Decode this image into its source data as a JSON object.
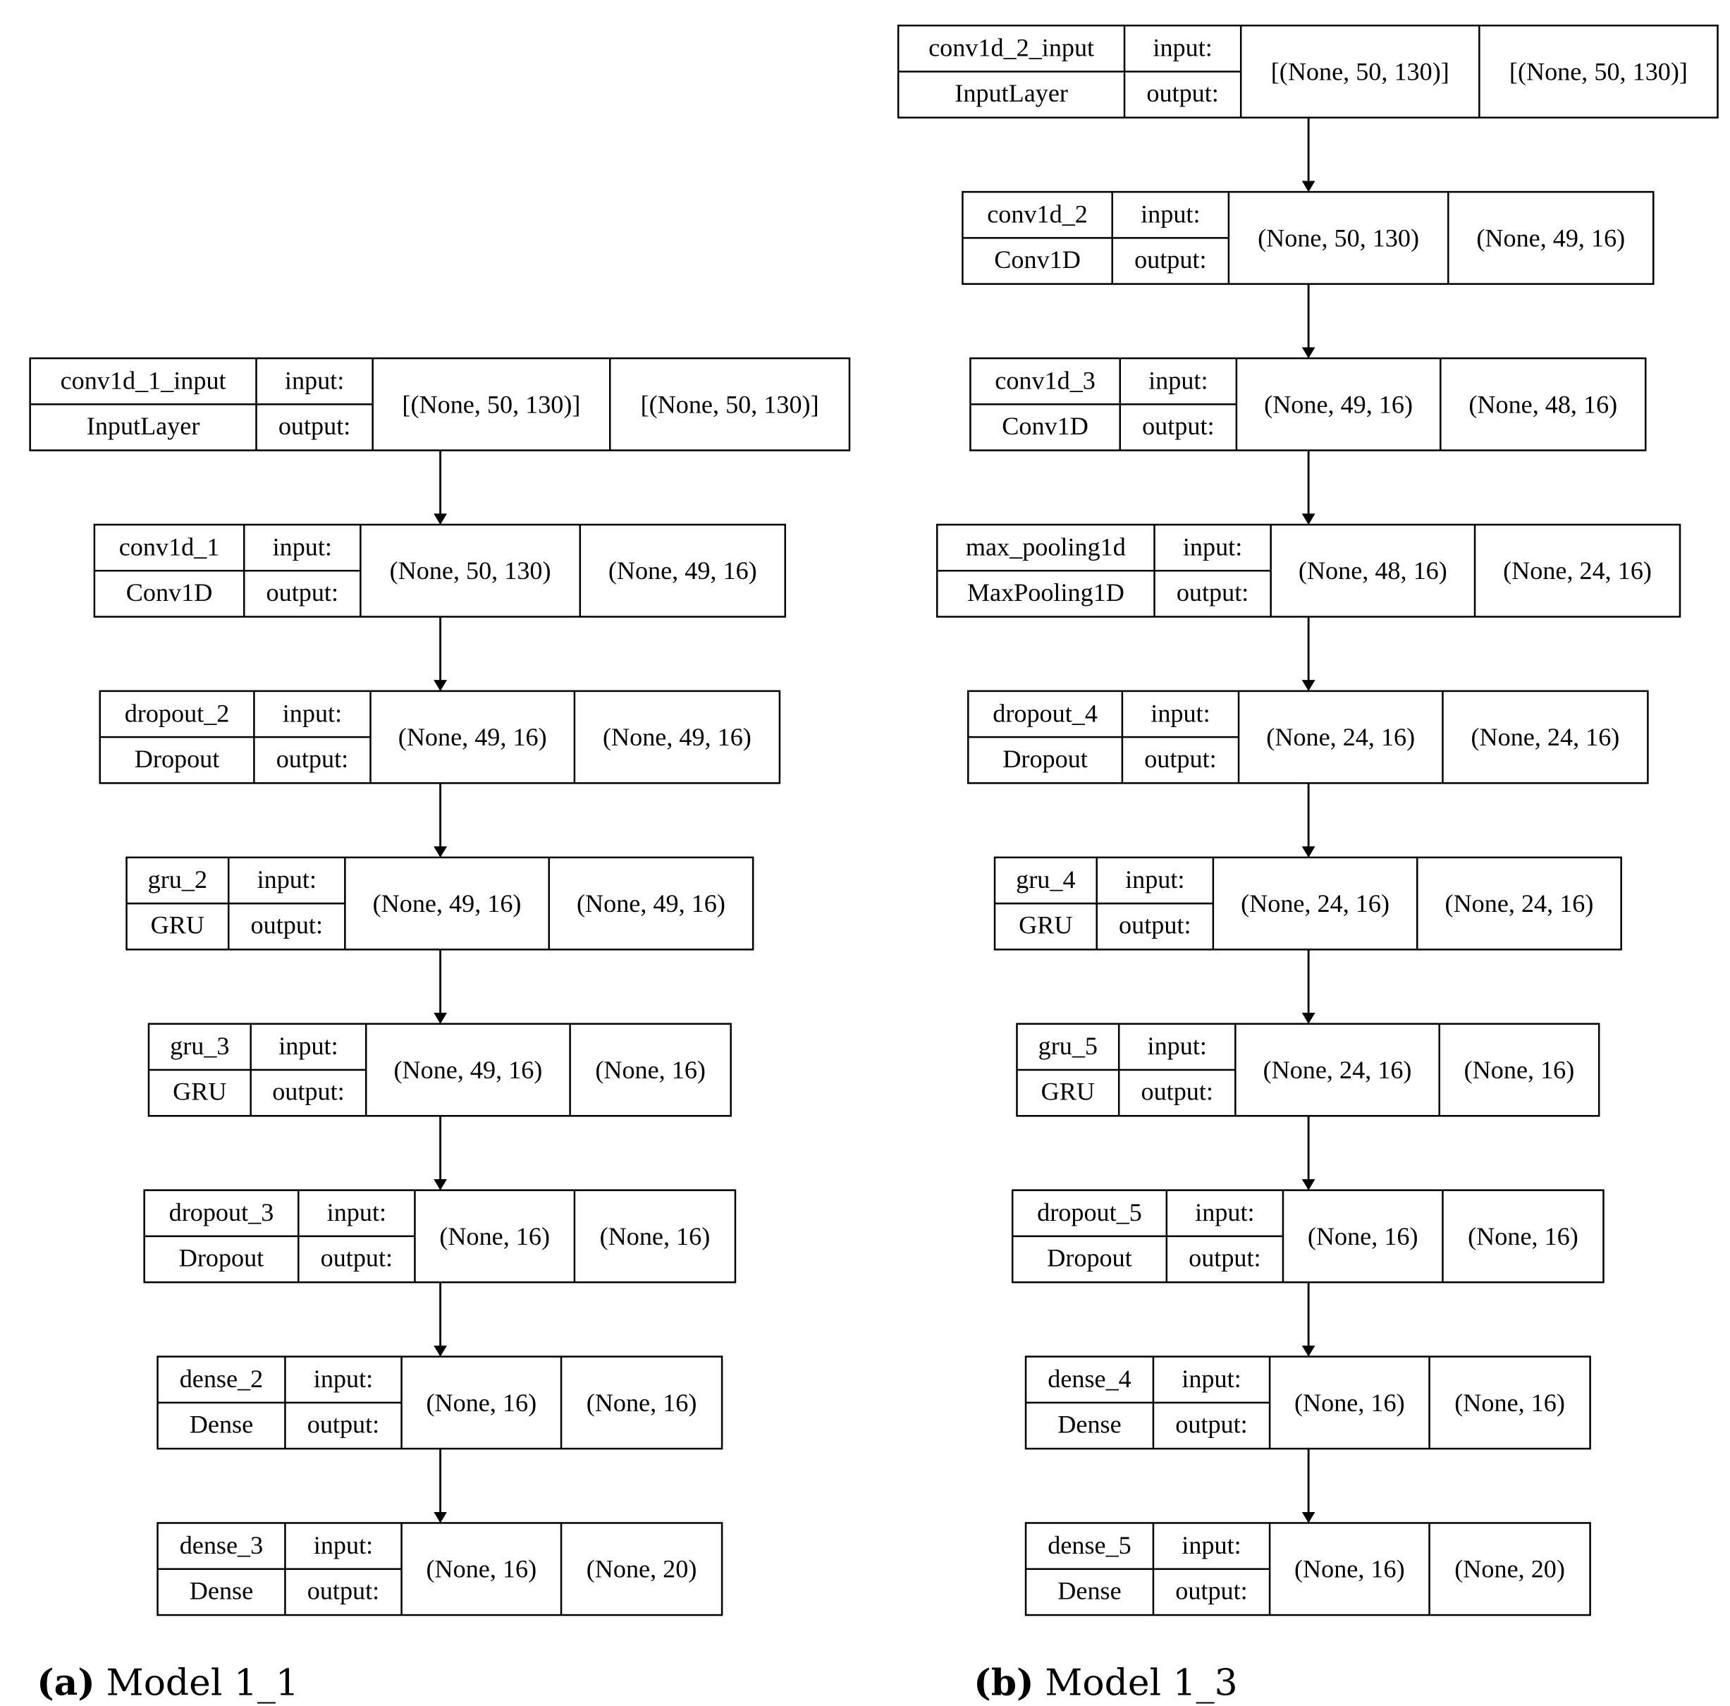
{
  "labels": {
    "input": "input:",
    "output": "output:"
  },
  "models": [
    {
      "caption_tag": "(a)",
      "caption_text": "Model 1_1",
      "layers": [
        {
          "name": "conv1d_1_input",
          "type": "InputLayer",
          "input_shape": "[(None, 50, 130)]",
          "output_shape": "[(None, 50, 130)]"
        },
        {
          "name": "conv1d_1",
          "type": "Conv1D",
          "input_shape": "(None, 50, 130)",
          "output_shape": "(None, 49, 16)"
        },
        {
          "name": "dropout_2",
          "type": "Dropout",
          "input_shape": "(None, 49, 16)",
          "output_shape": "(None, 49, 16)"
        },
        {
          "name": "gru_2",
          "type": "GRU",
          "input_shape": "(None, 49, 16)",
          "output_shape": "(None, 49, 16)"
        },
        {
          "name": "gru_3",
          "type": "GRU",
          "input_shape": "(None, 49, 16)",
          "output_shape": "(None, 16)"
        },
        {
          "name": "dropout_3",
          "type": "Dropout",
          "input_shape": "(None, 16)",
          "output_shape": "(None, 16)"
        },
        {
          "name": "dense_2",
          "type": "Dense",
          "input_shape": "(None, 16)",
          "output_shape": "(None, 16)"
        },
        {
          "name": "dense_3",
          "type": "Dense",
          "input_shape": "(None, 16)",
          "output_shape": "(None, 20)"
        }
      ]
    },
    {
      "caption_tag": "(b)",
      "caption_text": "Model 1_3",
      "layers": [
        {
          "name": "conv1d_2_input",
          "type": "InputLayer",
          "input_shape": "[(None, 50, 130)]",
          "output_shape": "[(None, 50, 130)]"
        },
        {
          "name": "conv1d_2",
          "type": "Conv1D",
          "input_shape": "(None, 50, 130)",
          "output_shape": "(None, 49, 16)"
        },
        {
          "name": "conv1d_3",
          "type": "Conv1D",
          "input_shape": "(None, 49, 16)",
          "output_shape": "(None, 48, 16)"
        },
        {
          "name": "max_pooling1d",
          "type": "MaxPooling1D",
          "input_shape": "(None, 48, 16)",
          "output_shape": "(None, 24, 16)"
        },
        {
          "name": "dropout_4",
          "type": "Dropout",
          "input_shape": "(None, 24, 16)",
          "output_shape": "(None, 24, 16)"
        },
        {
          "name": "gru_4",
          "type": "GRU",
          "input_shape": "(None, 24, 16)",
          "output_shape": "(None, 24, 16)"
        },
        {
          "name": "gru_5",
          "type": "GRU",
          "input_shape": "(None, 24, 16)",
          "output_shape": "(None, 16)"
        },
        {
          "name": "dropout_5",
          "type": "Dropout",
          "input_shape": "(None, 16)",
          "output_shape": "(None, 16)"
        },
        {
          "name": "dense_4",
          "type": "Dense",
          "input_shape": "(None, 16)",
          "output_shape": "(None, 16)"
        },
        {
          "name": "dense_5",
          "type": "Dense",
          "input_shape": "(None, 16)",
          "output_shape": "(None, 20)"
        }
      ]
    }
  ]
}
